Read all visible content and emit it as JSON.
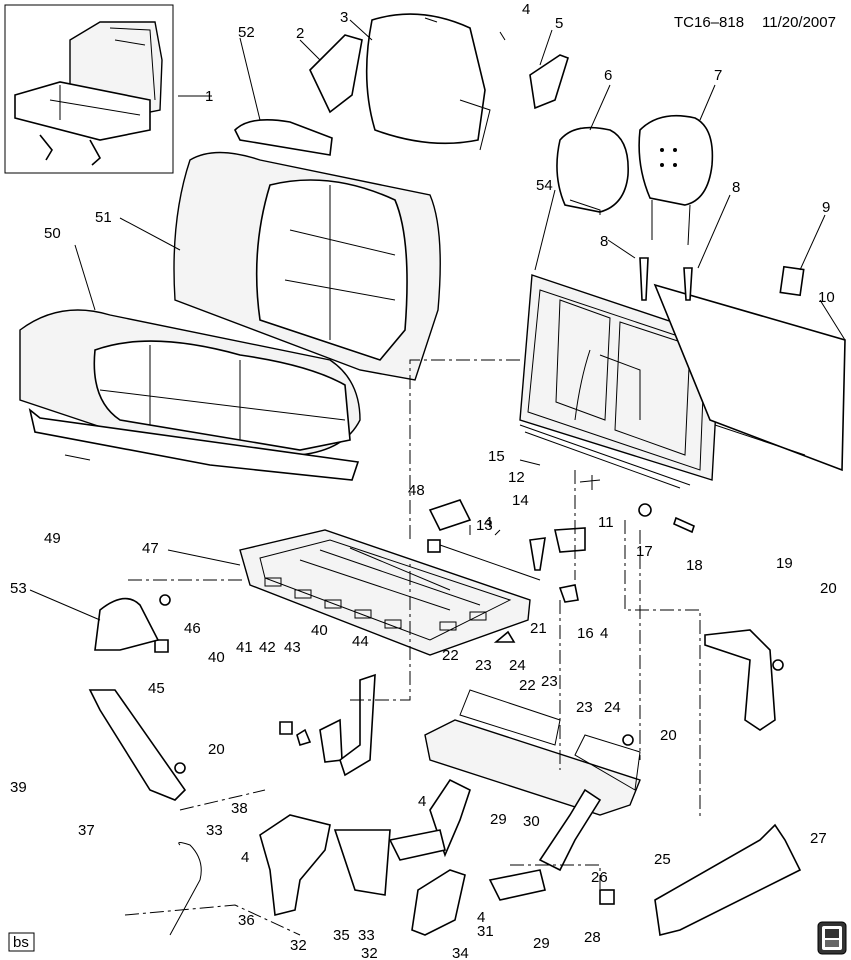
{
  "header": {
    "diagram_id": "TC16–818",
    "date": "11/20/2007"
  },
  "footer": {
    "left_tag": "bs",
    "logo": "gm-spo-logo"
  },
  "labels": {
    "l1": "1",
    "l2": "2",
    "l3": "3",
    "l4a": "4",
    "l5": "5",
    "l6": "6",
    "l7": "7",
    "l8a": "8",
    "l8b": "8",
    "l9": "9",
    "l10": "10",
    "l11": "11",
    "l12": "12",
    "l13": "13",
    "l14": "14",
    "l15": "15",
    "l16": "16",
    "l4b": "4",
    "l4c": "4",
    "l17": "17",
    "l18": "18",
    "l19": "19",
    "l20a": "20",
    "l20b": "20",
    "l20c": "20",
    "l21": "21",
    "l22a": "22",
    "l22b": "22",
    "l23a": "23",
    "l23b": "23",
    "l23c": "23",
    "l24a": "24",
    "l24b": "24",
    "l25": "25",
    "l26": "26",
    "l27": "27",
    "l28": "28",
    "l29a": "29",
    "l29b": "29",
    "l30": "30",
    "l31": "31",
    "l32a": "32",
    "l32b": "32",
    "l33a": "33",
    "l33b": "33",
    "l34": "34",
    "l35": "35",
    "l36": "36",
    "l37": "37",
    "l38": "38",
    "l39": "39",
    "l40a": "40",
    "l40b": "40",
    "l41": "41",
    "l42": "42",
    "l43": "43",
    "l44": "44",
    "l45": "45",
    "l46": "46",
    "l47": "47",
    "l48": "48",
    "l49": "49",
    "l50": "50",
    "l51": "51",
    "l52": "52",
    "l53": "53",
    "l54": "54",
    "l4d": "4",
    "l4e": "4",
    "l4f": "4"
  }
}
